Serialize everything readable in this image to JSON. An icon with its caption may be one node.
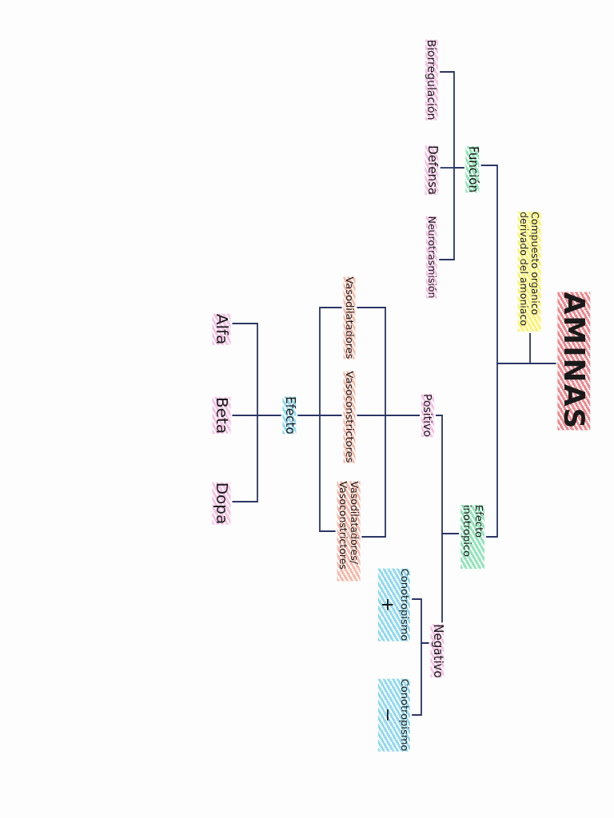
{
  "diagram": {
    "nodes": [
      {
        "text": [
          "AMINAS"
        ]
      },
      {
        "text": [
          "Compuesto organico derivado del amoniaco"
        ]
      },
      {
        "text": [
          "Función"
        ]
      },
      {
        "text": [
          "Biorregulación"
        ]
      },
      {
        "text": [
          "Defensa"
        ]
      },
      {
        "text": [
          "Neurotrasmisión"
        ]
      },
      {
        "text": [
          "Efecto inotropico"
        ]
      },
      {
        "text": [
          "Positivo"
        ]
      },
      {
        "text": [
          "Negativo"
        ]
      },
      {
        "text": [
          "Vasodilatadores"
        ]
      },
      {
        "text": [
          "Vasoconstrictores"
        ]
      },
      {
        "text": [
          "Vasodilatadores/ Vasoconstrictores"
        ]
      },
      {
        "text": [
          "Efecto"
        ]
      },
      {
        "text": [
          "Alfa"
        ]
      },
      {
        "text": [
          "Beta"
        ]
      },
      {
        "text": [
          "Dopa"
        ]
      },
      {
        "text": [
          "Conotropismo",
          "+"
        ]
      },
      {
        "text": [
          "Conotropismo",
          "−"
        ]
      }
    ],
    "edges": [
      {
        "from": 0,
        "to": 1,
        "arrow": "none"
      },
      {
        "from": 0,
        "to": 2,
        "arrow": "none"
      },
      {
        "from": 0,
        "to": 6,
        "arrow": "none"
      },
      {
        "from": 2,
        "to": 3,
        "arrow": "none"
      },
      {
        "from": 2,
        "to": 4,
        "arrow": "none"
      },
      {
        "from": 2,
        "to": 5,
        "arrow": "none"
      },
      {
        "from": 6,
        "to": 7,
        "arrow": "none"
      },
      {
        "from": 6,
        "to": 8,
        "arrow": "none"
      },
      {
        "from": 7,
        "to": 9,
        "arrow": "none"
      },
      {
        "from": 7,
        "to": 10,
        "arrow": "none"
      },
      {
        "from": 7,
        "to": 11,
        "arrow": "none"
      },
      {
        "from": 9,
        "to": 12,
        "arrow": "none"
      },
      {
        "from": 10,
        "to": 12,
        "arrow": "none"
      },
      {
        "from": 11,
        "to": 12,
        "arrow": "none"
      },
      {
        "from": 12,
        "to": 13,
        "arrow": "none"
      },
      {
        "from": 12,
        "to": 14,
        "arrow": "none"
      },
      {
        "from": 12,
        "to": 15,
        "arrow": "none"
      },
      {
        "from": 8,
        "to": 16,
        "arrow": "none"
      },
      {
        "from": 8,
        "to": 17,
        "arrow": "none"
      }
    ]
  }
}
